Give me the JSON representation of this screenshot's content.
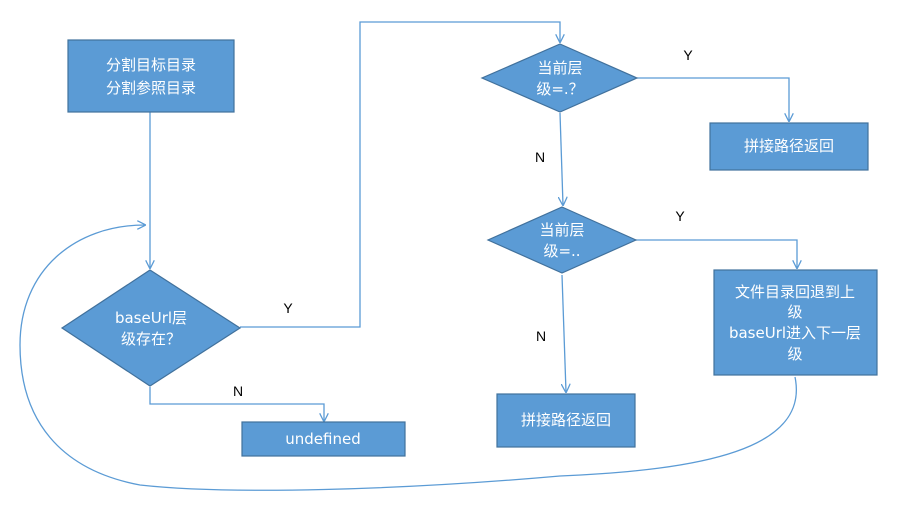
{
  "nodes": {
    "split_dirs": {
      "lines": [
        "分割目标目录",
        "分割参照目录"
      ]
    },
    "baseurl_exists": {
      "lines": [
        "baseUrl层",
        "级存在？"
      ]
    },
    "undefined_box": {
      "lines": [
        "undefined"
      ]
    },
    "level_dot": {
      "lines": [
        "当前层",
        "级=.？"
      ]
    },
    "join_return_1": {
      "lines": [
        "拼接路径返回"
      ]
    },
    "level_dotdot": {
      "lines": [
        "当前层",
        "级=.."
      ]
    },
    "parent_dir": {
      "lines": [
        "文件目录回退到上",
        "级",
        "baseUrl进入下一层",
        "级"
      ]
    },
    "join_return_2": {
      "lines": [
        "拼接路径返回"
      ]
    }
  },
  "edge_labels": {
    "baseurl_yes": "Y",
    "baseurl_no": "N",
    "dot_yes": "Y",
    "dot_no": "N",
    "dotdot_yes": "Y",
    "dotdot_no": "N"
  },
  "colors": {
    "fill": "#5b9bd5",
    "stroke": "#41719c",
    "line": "#5b9bd5"
  }
}
